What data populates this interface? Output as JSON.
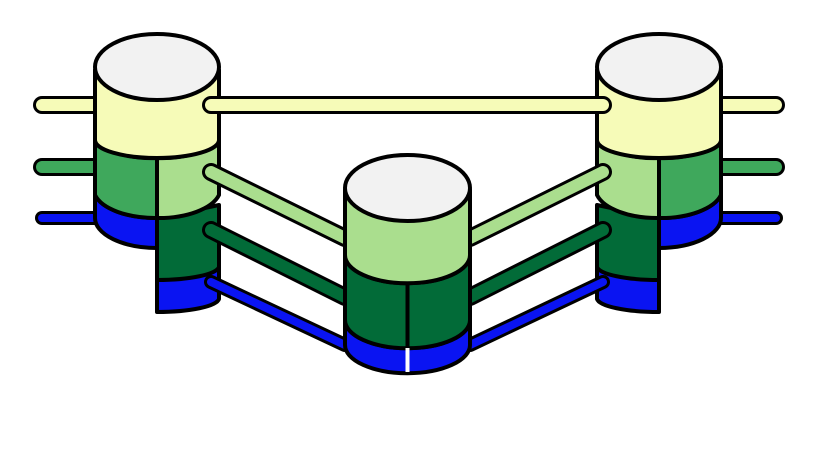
{
  "diagram": {
    "kind": "three-node layered network",
    "background": "#ffffff",
    "colors": {
      "outline": "#000000",
      "top": "#f2f2f2",
      "layer1": "#f6fbb8",
      "layer2_light": "#aade8e",
      "layer2_dark": "#3fa85c",
      "layer3": "#026b38",
      "layer4": "#0a14f2",
      "divider": "#ffffff"
    },
    "nodes": [
      {
        "id": "left",
        "layers": [
          "layer1",
          "layer2-split",
          "layer3",
          "layer4"
        ]
      },
      {
        "id": "center",
        "layers": [
          "layer2-light",
          "layer3-split",
          "layer4-split"
        ]
      },
      {
        "id": "right",
        "layers": [
          "layer1",
          "layer2-split",
          "layer3",
          "layer4"
        ]
      }
    ],
    "links": [
      {
        "from": "left",
        "to": "right",
        "layer": "layer1"
      },
      {
        "from": "left",
        "to": "center",
        "layer": "layer2"
      },
      {
        "from": "center",
        "to": "right",
        "layer": "layer2"
      },
      {
        "from": "left",
        "to": "center",
        "layer": "layer3"
      },
      {
        "from": "center",
        "to": "right",
        "layer": "layer3"
      },
      {
        "from": "left",
        "to": "center",
        "layer": "layer4"
      },
      {
        "from": "center",
        "to": "right",
        "layer": "layer4"
      }
    ],
    "external_stubs": [
      {
        "node": "left",
        "layer": "layer1"
      },
      {
        "node": "left",
        "layer": "layer2"
      },
      {
        "node": "left",
        "layer": "layer4"
      },
      {
        "node": "right",
        "layer": "layer1"
      },
      {
        "node": "right",
        "layer": "layer2"
      },
      {
        "node": "right",
        "layer": "layer4"
      }
    ]
  }
}
